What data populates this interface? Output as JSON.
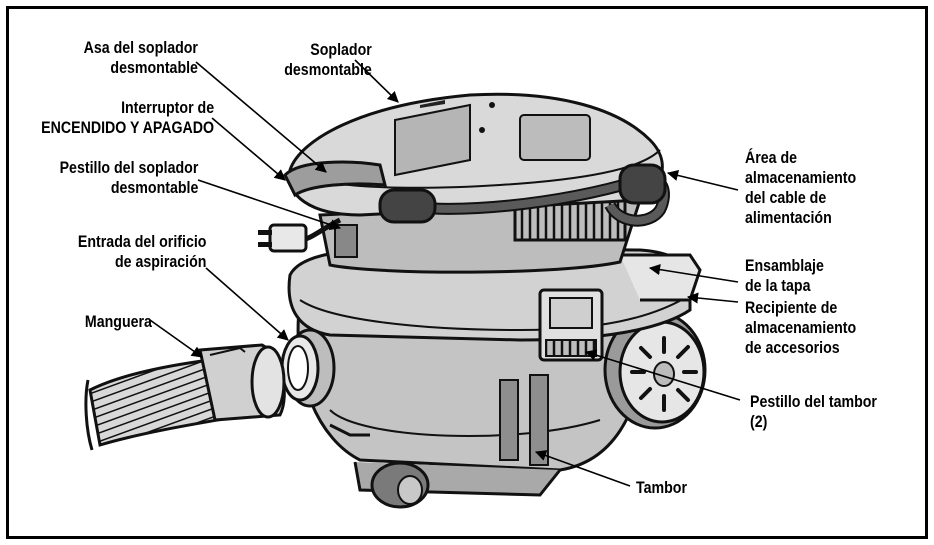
{
  "labels": {
    "blower_handle": [
      "Asa del soplador",
      "desmontable"
    ],
    "blower": [
      "Soplador",
      "desmontable"
    ],
    "switch": [
      "Interruptor de",
      "ENCENDIDO Y APAGADO"
    ],
    "blower_latch": [
      "Pestillo del soplador",
      "desmontable"
    ],
    "suction_inlet": [
      "Entrada del orificio",
      "de aspiración"
    ],
    "hose": [
      "Manguera"
    ],
    "cord_storage": [
      "Área de",
      "almacenamiento",
      "del cable de",
      "alimentación"
    ],
    "lid_assembly": [
      "Ensamblaje",
      "de la tapa"
    ],
    "accessory_storage": [
      "Recipiente de",
      "almacenamiento",
      "de accesorios"
    ],
    "drum_latch": [
      "Pestillo del tambor",
      "(2)"
    ],
    "drum": [
      "Tambor"
    ]
  }
}
